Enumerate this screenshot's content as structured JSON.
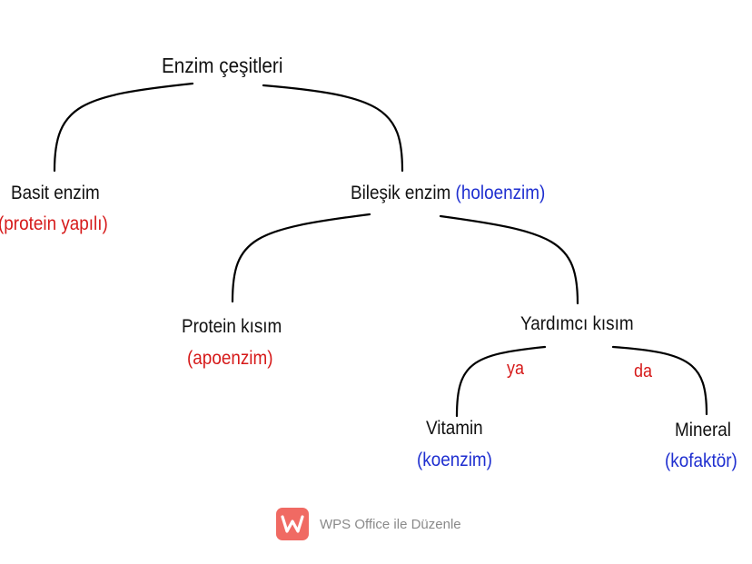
{
  "diagram": {
    "root": {
      "label": "Enzim çeşitleri"
    },
    "basit": {
      "label": "Basit enzim",
      "note": "(protein yapılı)"
    },
    "bilesik": {
      "label": "Bileşik enzim",
      "note": "(holoenzim)"
    },
    "protein": {
      "label": "Protein kısım",
      "note": "(apoenzim)"
    },
    "yardimci": {
      "label": "Yardımcı kısım"
    },
    "connectors": {
      "left": "ya",
      "right": "da"
    },
    "vitamin": {
      "label": "Vitamin",
      "note": "(koenzim)"
    },
    "mineral": {
      "label": "Mineral",
      "note": "(kofaktör)"
    }
  },
  "colors": {
    "text": "#111111",
    "note_red": "#d61a1a",
    "note_blue": "#1f2fd0",
    "edge": "#000000",
    "brand": "#f06a63"
  },
  "footer": {
    "brand_icon": "wps-office-icon",
    "text": "WPS Office ile Düzenle"
  }
}
